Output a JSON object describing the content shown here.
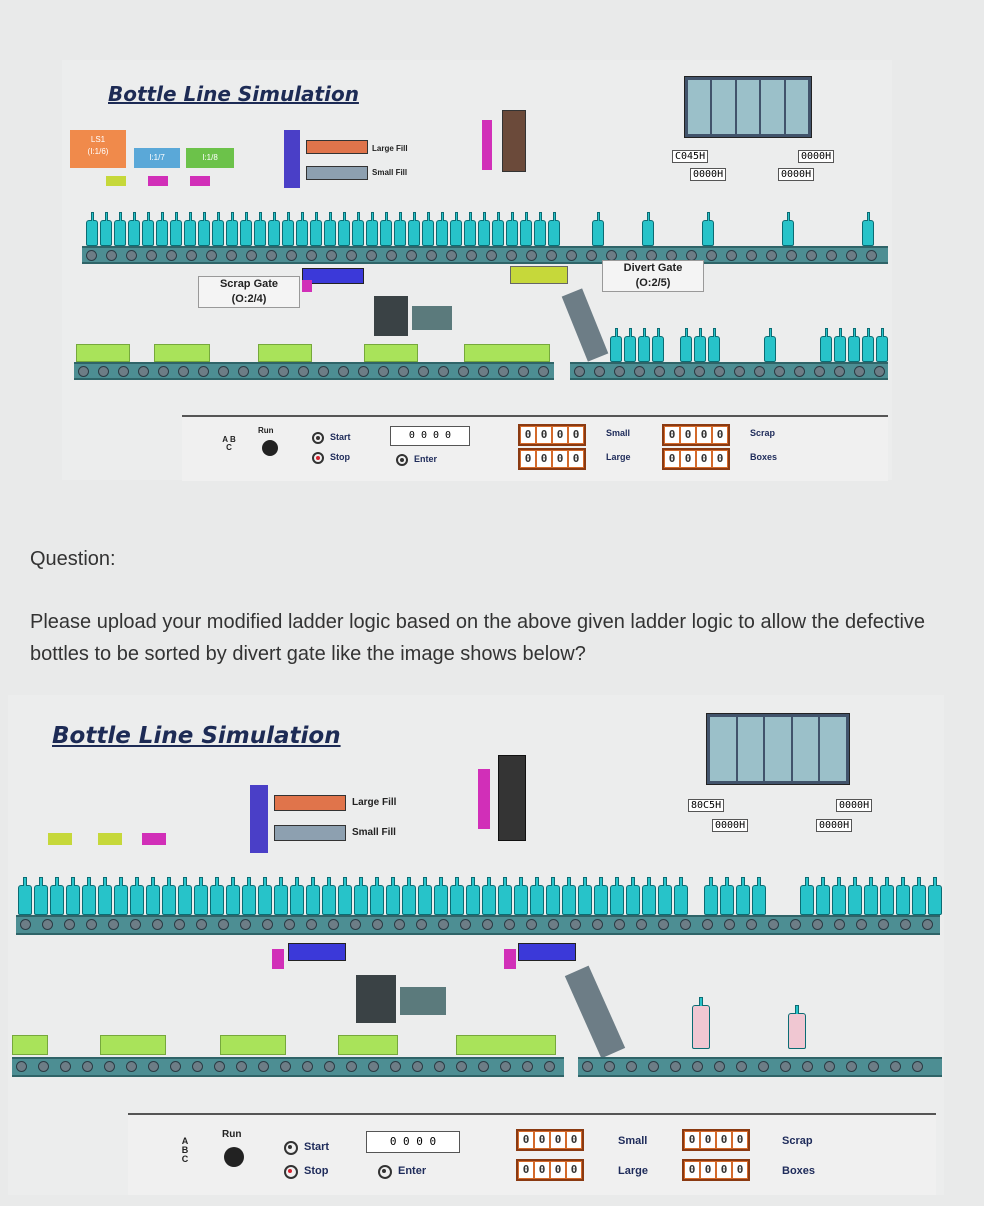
{
  "top_sim": {
    "title": "Bottle Line Simulation",
    "inputs": [
      {
        "label": "LS1\n(I:1/6)",
        "color": "#f08a4b"
      },
      {
        "label": "I:1/7",
        "color": "#5aa8d8"
      },
      {
        "label": "I:1/8",
        "color": "#6cc24a"
      }
    ],
    "fill_large": "Large Fill",
    "fill_small": "Small Fill",
    "scrap_gate": "Scrap Gate\n(O:2/4)",
    "divert_gate": "Divert Gate\n(O:2/5)",
    "hex_top_left": "C045H",
    "hex_bot_left": "0000H",
    "hex_top_right": "0000H",
    "hex_bot_right": "0000H",
    "run": "Run",
    "start": "Start",
    "stop": "Stop",
    "enter": "Enter",
    "abc": "A B C",
    "counter_small": [
      "0",
      "0",
      "0",
      "0"
    ],
    "counter_large": [
      "0",
      "0",
      "0",
      "0"
    ],
    "counter_scrap": [
      "0",
      "0",
      "0",
      "0"
    ],
    "counter_boxes": [
      "0",
      "0",
      "0",
      "0"
    ],
    "small": "Small",
    "large": "Large",
    "scrap": "Scrap",
    "boxes": "Boxes"
  },
  "question": {
    "heading": "Question:",
    "body": "Please upload your modified ladder logic based on the above given ladder logic to allow the defective bottles to be sorted by divert gate like the image shows below?"
  },
  "bottom_sim": {
    "title": "Bottle Line Simulation",
    "fill_large": "Large Fill",
    "fill_small": "Small Fill",
    "hex_top_left": "80C5H",
    "hex_bot_left": "0000H",
    "hex_top_right": "0000H",
    "hex_bot_right": "0000H",
    "run": "Run",
    "start": "Start",
    "stop": "Stop",
    "enter": "Enter",
    "abc": "A B C",
    "counter_small": [
      "0",
      "0",
      "0",
      "0"
    ],
    "counter_large": [
      "0",
      "0",
      "0",
      "0"
    ],
    "counter_scrap": [
      "0",
      "0",
      "0",
      "0"
    ],
    "counter_boxes": [
      "0",
      "0",
      "0",
      "0"
    ],
    "small": "Small",
    "large": "Large",
    "scrap": "Scrap",
    "boxes": "Boxes"
  },
  "colors": {
    "conveyor": "#4d8e93",
    "bottle": "#27c3c9",
    "box": "#a9e35a",
    "counter": "#d46a2b"
  }
}
